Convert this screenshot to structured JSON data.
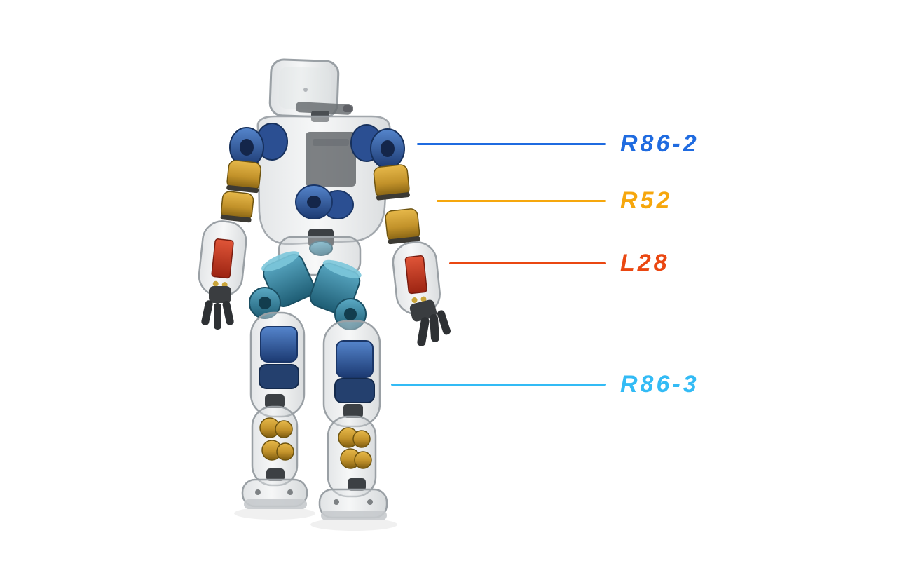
{
  "figure": {
    "alt": "Transparent humanoid robot rear view revealing internal joint actuators"
  },
  "callouts": [
    {
      "label": "R86-2",
      "color": "#1f6be0"
    },
    {
      "label": "R52",
      "color": "#f6a70d"
    },
    {
      "label": "L28",
      "color": "#ea4711"
    },
    {
      "label": "R86-3",
      "color": "#33bbf5"
    }
  ]
}
